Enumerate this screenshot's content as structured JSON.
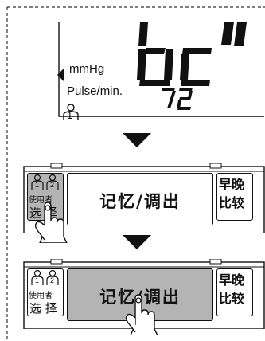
{
  "display": {
    "pressure_unit": "mmHg",
    "pulse_unit": "Pulse/min.",
    "pulse_value": "72",
    "user_number": "1",
    "main_readout": "bc'"
  },
  "panels": [
    {
      "user_icon_labels": [
        "1",
        "2"
      ],
      "user_select_top": "使用者",
      "user_select_bottom": "选 择",
      "memory_label": "记忆/调出",
      "am_pm_top": "早晚",
      "am_pm_bottom": "比较",
      "pressed": "user-select"
    },
    {
      "user_icon_labels": [
        "1",
        "2"
      ],
      "user_select_top": "使用者",
      "user_select_bottom": "选 择",
      "memory_label": "记忆/调出",
      "am_pm_top": "早晚",
      "am_pm_bottom": "比较",
      "pressed": "memory"
    }
  ],
  "colors": {
    "pressed_fill": "#b4b4b4",
    "line": "#111111"
  }
}
